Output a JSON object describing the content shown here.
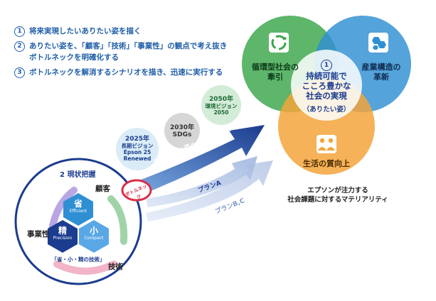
{
  "steps": [
    {
      "num": "1",
      "text": "将来実現したいありたい姿を描く"
    },
    {
      "num": "2",
      "text": "ありたい姿を、「顧客」「技術」「事業性」の観点で考え抜き\nボトルネックを明確化する"
    },
    {
      "num": "3",
      "text": "ボトルネックを解消するシナリオを描き、迅速に実行する"
    }
  ],
  "venn": {
    "top_left": "循環型社会の\n牽引",
    "top_right": "産業構造の\n革新",
    "bottom": "生活の質向上",
    "center_num": "1",
    "center_title": "持続可能で\nこころ豊かな\n社会の実現",
    "center_sub": "（ありたい姿）"
  },
  "caption": "エプソンが注力する\n社会課題に対するマテリアリティ",
  "milestones": [
    {
      "year": "2025年",
      "label": "長期ビジョン\nEpson 25\nRenewed"
    },
    {
      "year": "2030年",
      "label": "SDGs"
    },
    {
      "year": "2050年",
      "label": "環境ビジョン\n2050"
    }
  ],
  "arrow_label": "3 ありたい姿への道筋（シナリオ）",
  "plan_a": "プランA",
  "plan_bc": "プランB,C",
  "bottleneck": "ボトルネック",
  "left_circle": {
    "header": "2 現状把握",
    "customer": "顧客",
    "business": "事業性",
    "tech": "技術",
    "hex_top": "省",
    "hex_top_en": "Efficient",
    "hex_left": "精",
    "hex_left_en": "Precision",
    "hex_right": "小",
    "hex_right_en": "Compact",
    "tagline": "「省・小・精の技術」"
  },
  "colors": {
    "green": "#3aa64a",
    "blue": "#2f8fd3",
    "orange": "#f3a53b",
    "navy": "#1b3c8f",
    "text": "#1f5ea8"
  }
}
